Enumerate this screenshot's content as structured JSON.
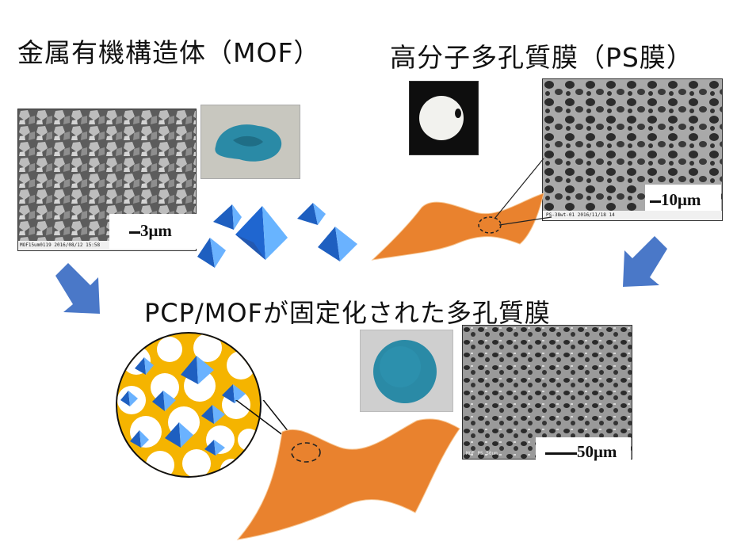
{
  "titles": {
    "mof": "金属有機構造体（MOF）",
    "ps": "高分子多孔質膜（PS膜）",
    "result": "PCP/MOFが固定化された多孔質膜"
  },
  "scale_bars": {
    "mof": "3μm",
    "ps": "10μm",
    "composite": "50μm"
  },
  "sem_captions": {
    "mof": "MOF15um0119 2016/08/12 15:58",
    "ps": "PS-38wt-01 2016/11/18 14",
    "composite": "MOF PS 50um"
  },
  "colors": {
    "membrane_orange": "#e9822e",
    "mof_blue": "#2f7fe0",
    "arrow_blue": "#4a78c8",
    "powder_teal": "#2a8aa6",
    "ring_yellow": "#f5b400"
  }
}
